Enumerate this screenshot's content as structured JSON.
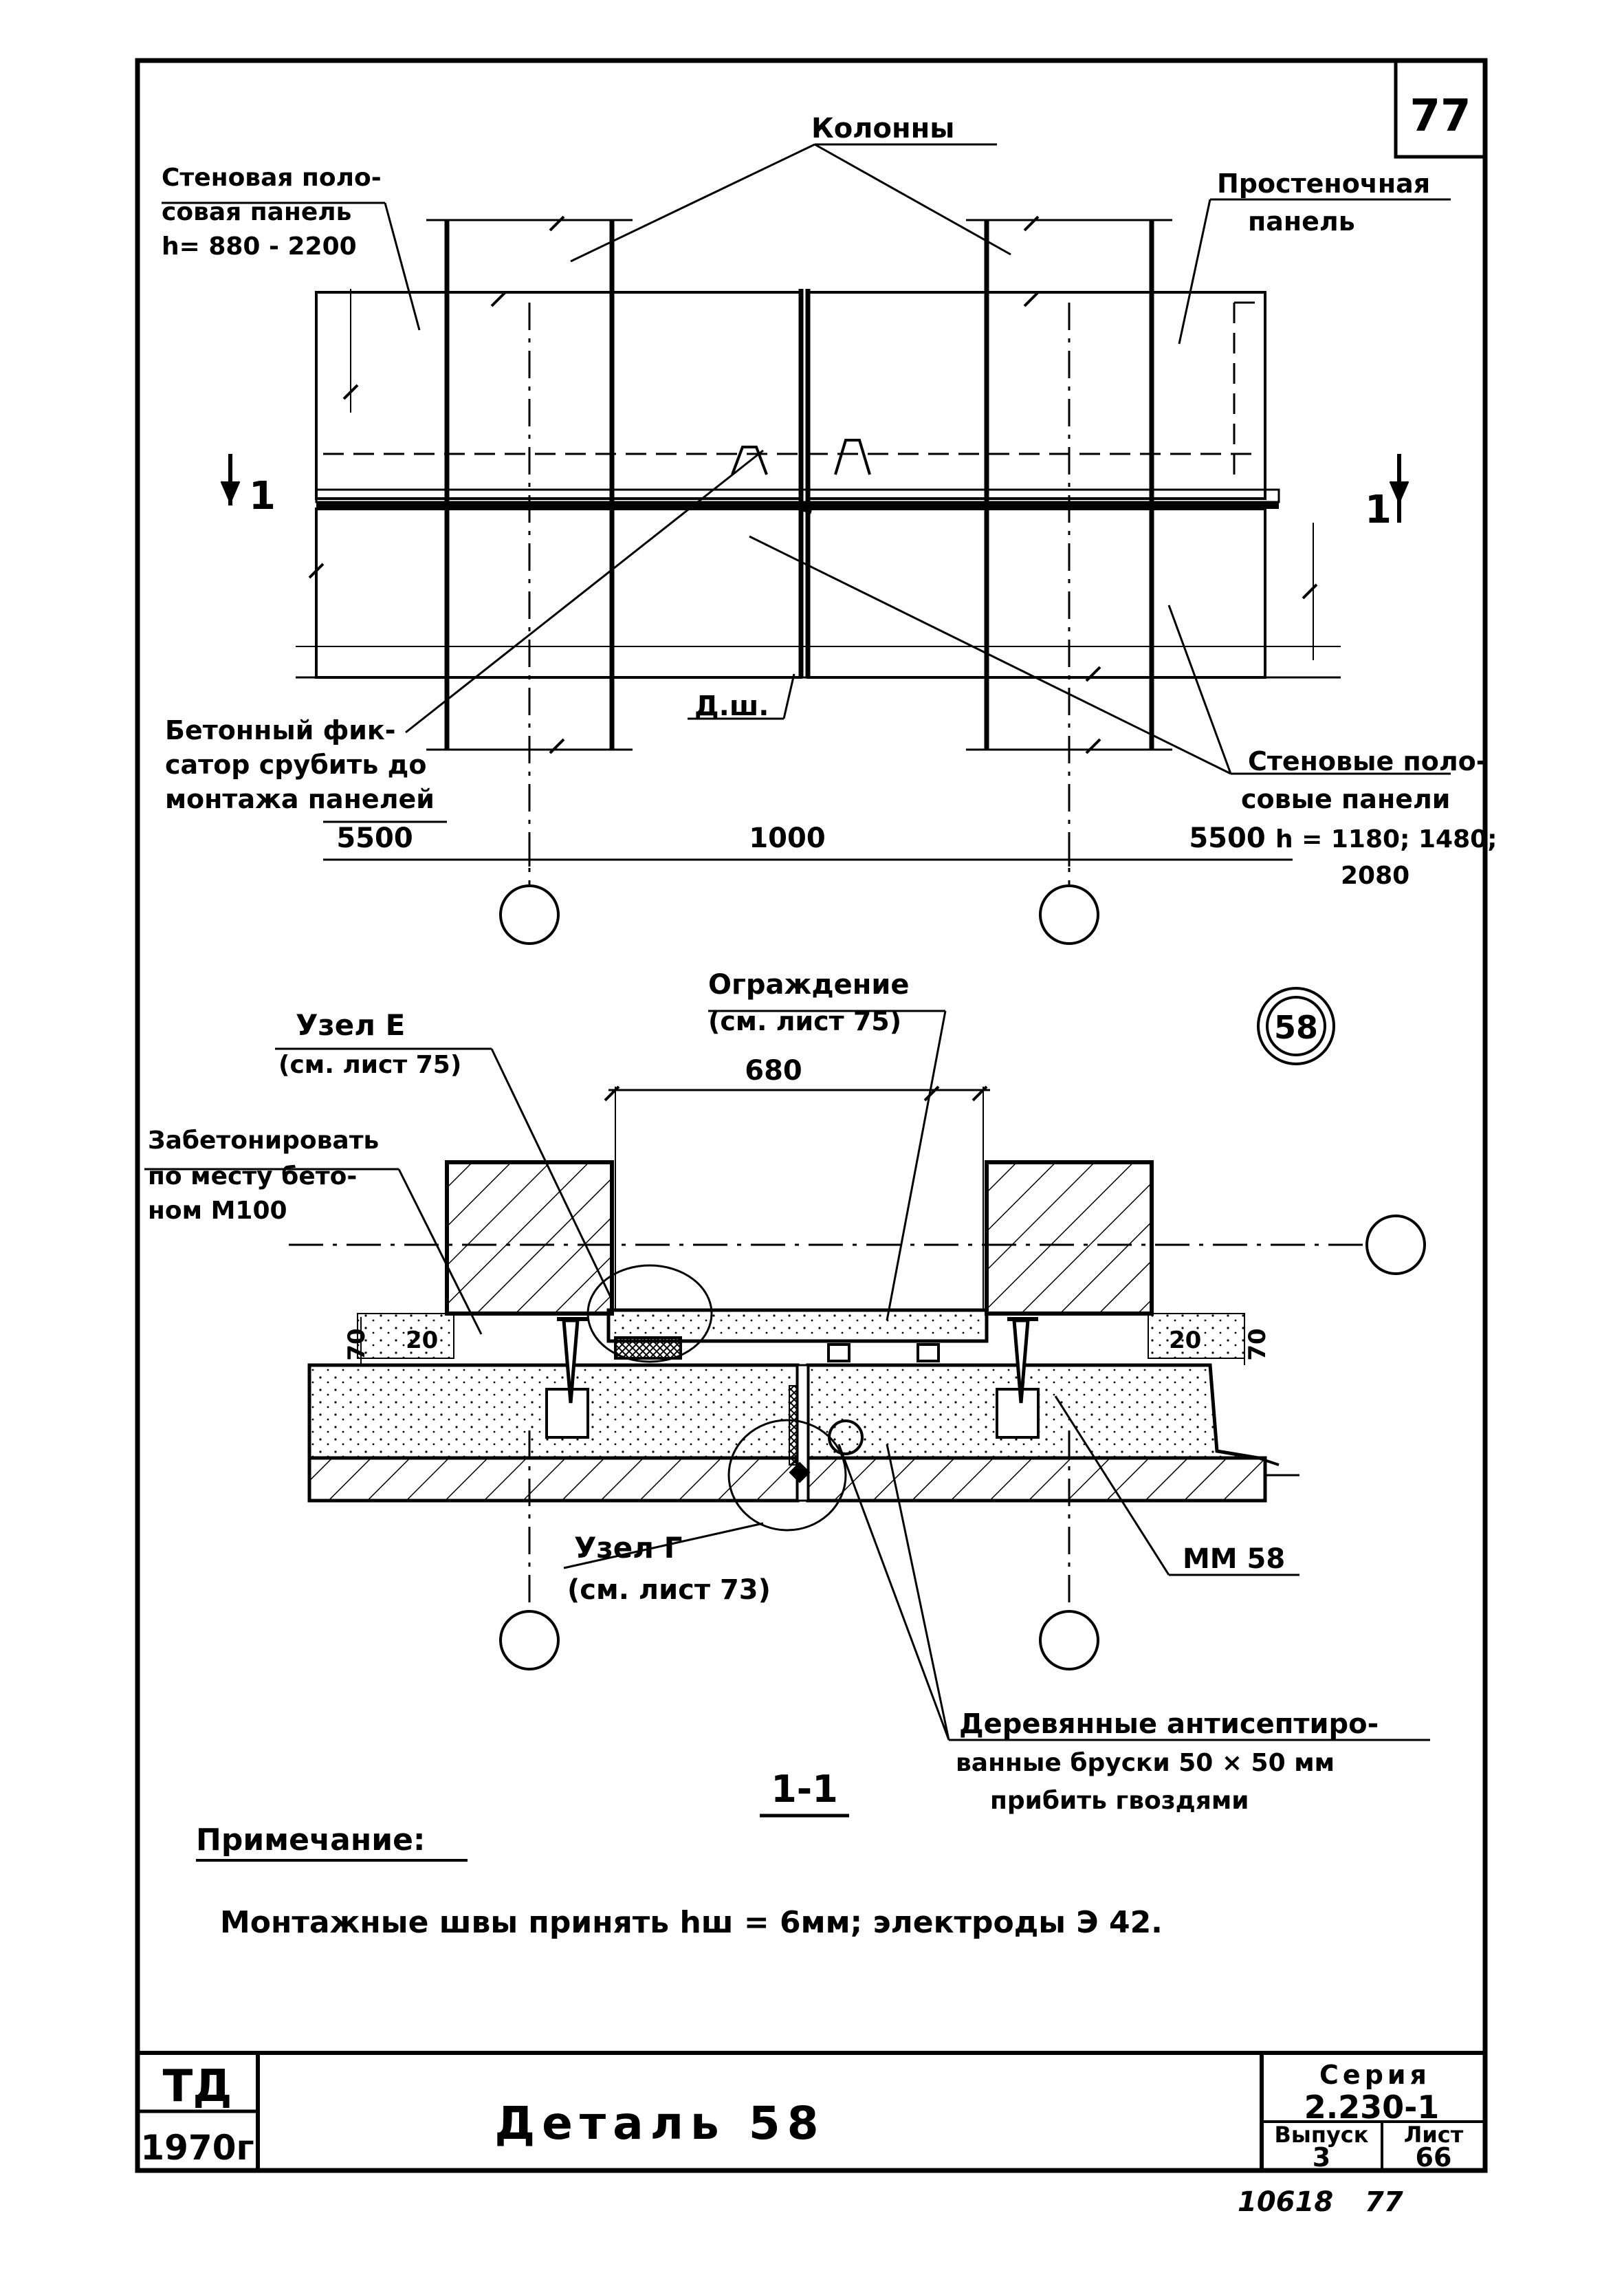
{
  "sheet": {
    "page_number": "77",
    "archive_number": "10618",
    "archive_page": "77"
  },
  "plan": {
    "columns_label": "Колонны",
    "left_panel_label": [
      "Стеновая поло-",
      "совая панель",
      "h= 880 - 2200"
    ],
    "right_panel_label": [
      "Простеночная",
      "панель"
    ],
    "concrete_fixator_label": [
      "Бетонный фик-",
      "сатор срубить до",
      "монтажа панелей"
    ],
    "joint_label": "Д.ш.",
    "bottom_panels_label": [
      "Стеновые поло-",
      "совые панели",
      "h = 1180; 1480;",
      "2080"
    ],
    "section_mark_left": "1",
    "section_mark_right": "1",
    "dim_left": "5500",
    "dim_middle": "1000",
    "dim_right": "5500"
  },
  "section": {
    "detail_badge": "58",
    "fence_label": [
      "Ограждение",
      "(см. лист 75)"
    ],
    "node_e_label": [
      "Узел Е",
      "(см. лист 75)"
    ],
    "concrete_label": [
      "Забетонировать",
      "по месту бето-",
      "ном М100"
    ],
    "dim_width": "680",
    "dim_70_left": "70",
    "dim_20_left": "20",
    "dim_20_right": "20",
    "dim_70_right": "70",
    "node_g_label": [
      "Узел Г",
      "(см. лист 73)"
    ],
    "mm_label": "ММ 58",
    "wood_label": [
      "Деревянные антисептиро-",
      "ванные бруски 50 × 50 мм",
      "прибить гвоздями"
    ],
    "section_title": "1-1"
  },
  "note": {
    "heading": "Примечание:",
    "text": "Монтажные швы принять hш = 6мм; электроды Э 42."
  },
  "title_block": {
    "org": "ТД",
    "year": "1970г",
    "title": "Деталь 58",
    "series_label": "Серия",
    "series_value": "2.230-1",
    "issue_label": "Выпуск",
    "issue_value": "3",
    "sheet_label": "Лист",
    "sheet_value": "66"
  }
}
